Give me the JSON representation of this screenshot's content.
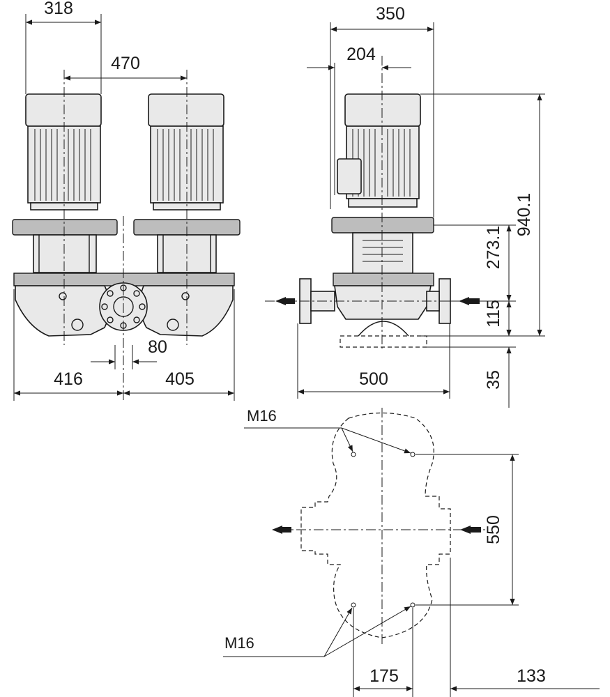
{
  "dimensions": {
    "width_motor": "318",
    "spacing_motors": "470",
    "width_right_view": "350",
    "motor_offset": "204",
    "height_total": "940.1",
    "height_motor_base": "273.1",
    "height_pipe_axis": "115",
    "height_base": "35",
    "flange_width": "80",
    "left_offset": "416",
    "right_offset": "405",
    "port_to_port": "500",
    "foot_spacing_vertical": "550",
    "foot_spacing_horizontal": "175",
    "foot_offset": "133"
  },
  "labels": {
    "bolt_top": "M16",
    "bolt_bottom": "M16"
  }
}
